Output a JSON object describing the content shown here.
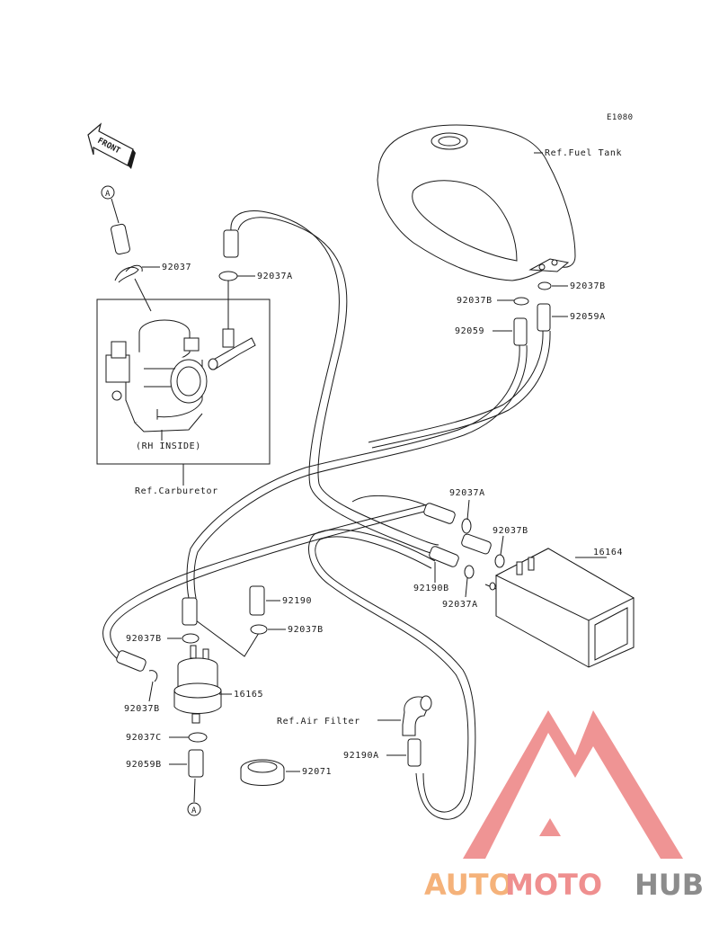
{
  "diagram": {
    "code": "E1080",
    "front_label": "FRONT",
    "rh_inside": "(RH INSIDE)",
    "callout_a_top": "A",
    "callout_a_bottom": "A",
    "labels": {
      "fuel_tank": "Ref.Fuel Tank",
      "p92037": "92037",
      "p92037a_top": "92037A",
      "p92037b_tank_left": "92037B",
      "p92037b_tank_right": "92037B",
      "p92059": "92059",
      "p92059a": "92059A",
      "carburetor": "Ref.Carburetor",
      "p92037a_mid": "92037A",
      "p92037b_mid": "92037B",
      "p16164": "16164",
      "p92190b": "92190B",
      "p92037a_low": "92037A",
      "p92190": "92190",
      "p92037b_filter_left": "92037B",
      "p92037b_filter_right": "92037B",
      "p16165": "16165",
      "p92037b_left": "92037B",
      "air_filter": "Ref.Air Filter",
      "p92037c": "92037C",
      "p92190a": "92190A",
      "p92059b": "92059B",
      "p92071": "92071"
    }
  },
  "watermark": {
    "part1": "AUTO",
    "part2": "MOTO",
    "part3": "HUB",
    "color_orange": "#f5b27a",
    "color_red": "#ef8f8f",
    "color_gray": "#8c8c8c"
  }
}
